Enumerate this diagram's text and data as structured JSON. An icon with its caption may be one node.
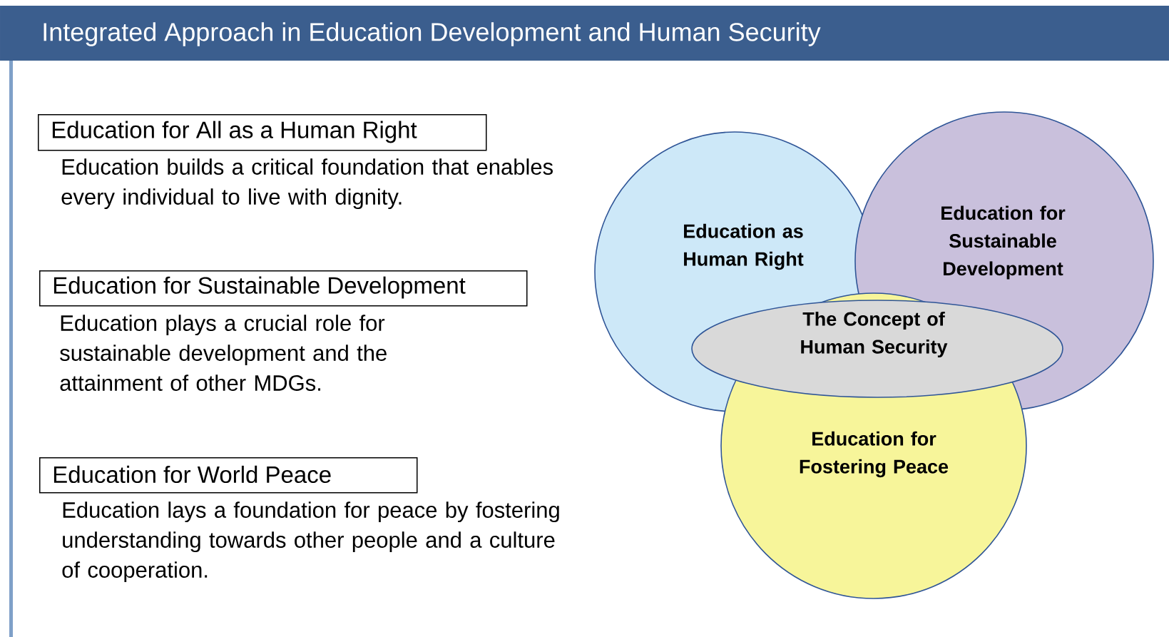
{
  "diagram": {
    "title": "Integrated Approach in Education Development and Human Security",
    "nodes": [
      {
        "text": [
          "Education for All as a Human Right"
        ],
        "beside": [
          "Education builds a critical foundation that enables every individual to live with dignity."
        ]
      },
      {
        "text": [
          "Education for Sustainable Development"
        ],
        "beside": [
          "Education plays a crucial role for sustainable development and the attainment of other MDGs."
        ]
      },
      {
        "text": [
          "Education for World Peace"
        ],
        "beside": [
          "Education lays a foundation for peace by fostering understanding towards other people and a culture of cooperation."
        ]
      },
      {
        "text": [
          "Education as Human Right"
        ]
      },
      {
        "text": [
          "Education for Sustainable Development"
        ]
      },
      {
        "text": [
          "Education for Fostering Peace"
        ]
      },
      {
        "text": [
          "The Concept of Human Security"
        ]
      }
    ]
  }
}
